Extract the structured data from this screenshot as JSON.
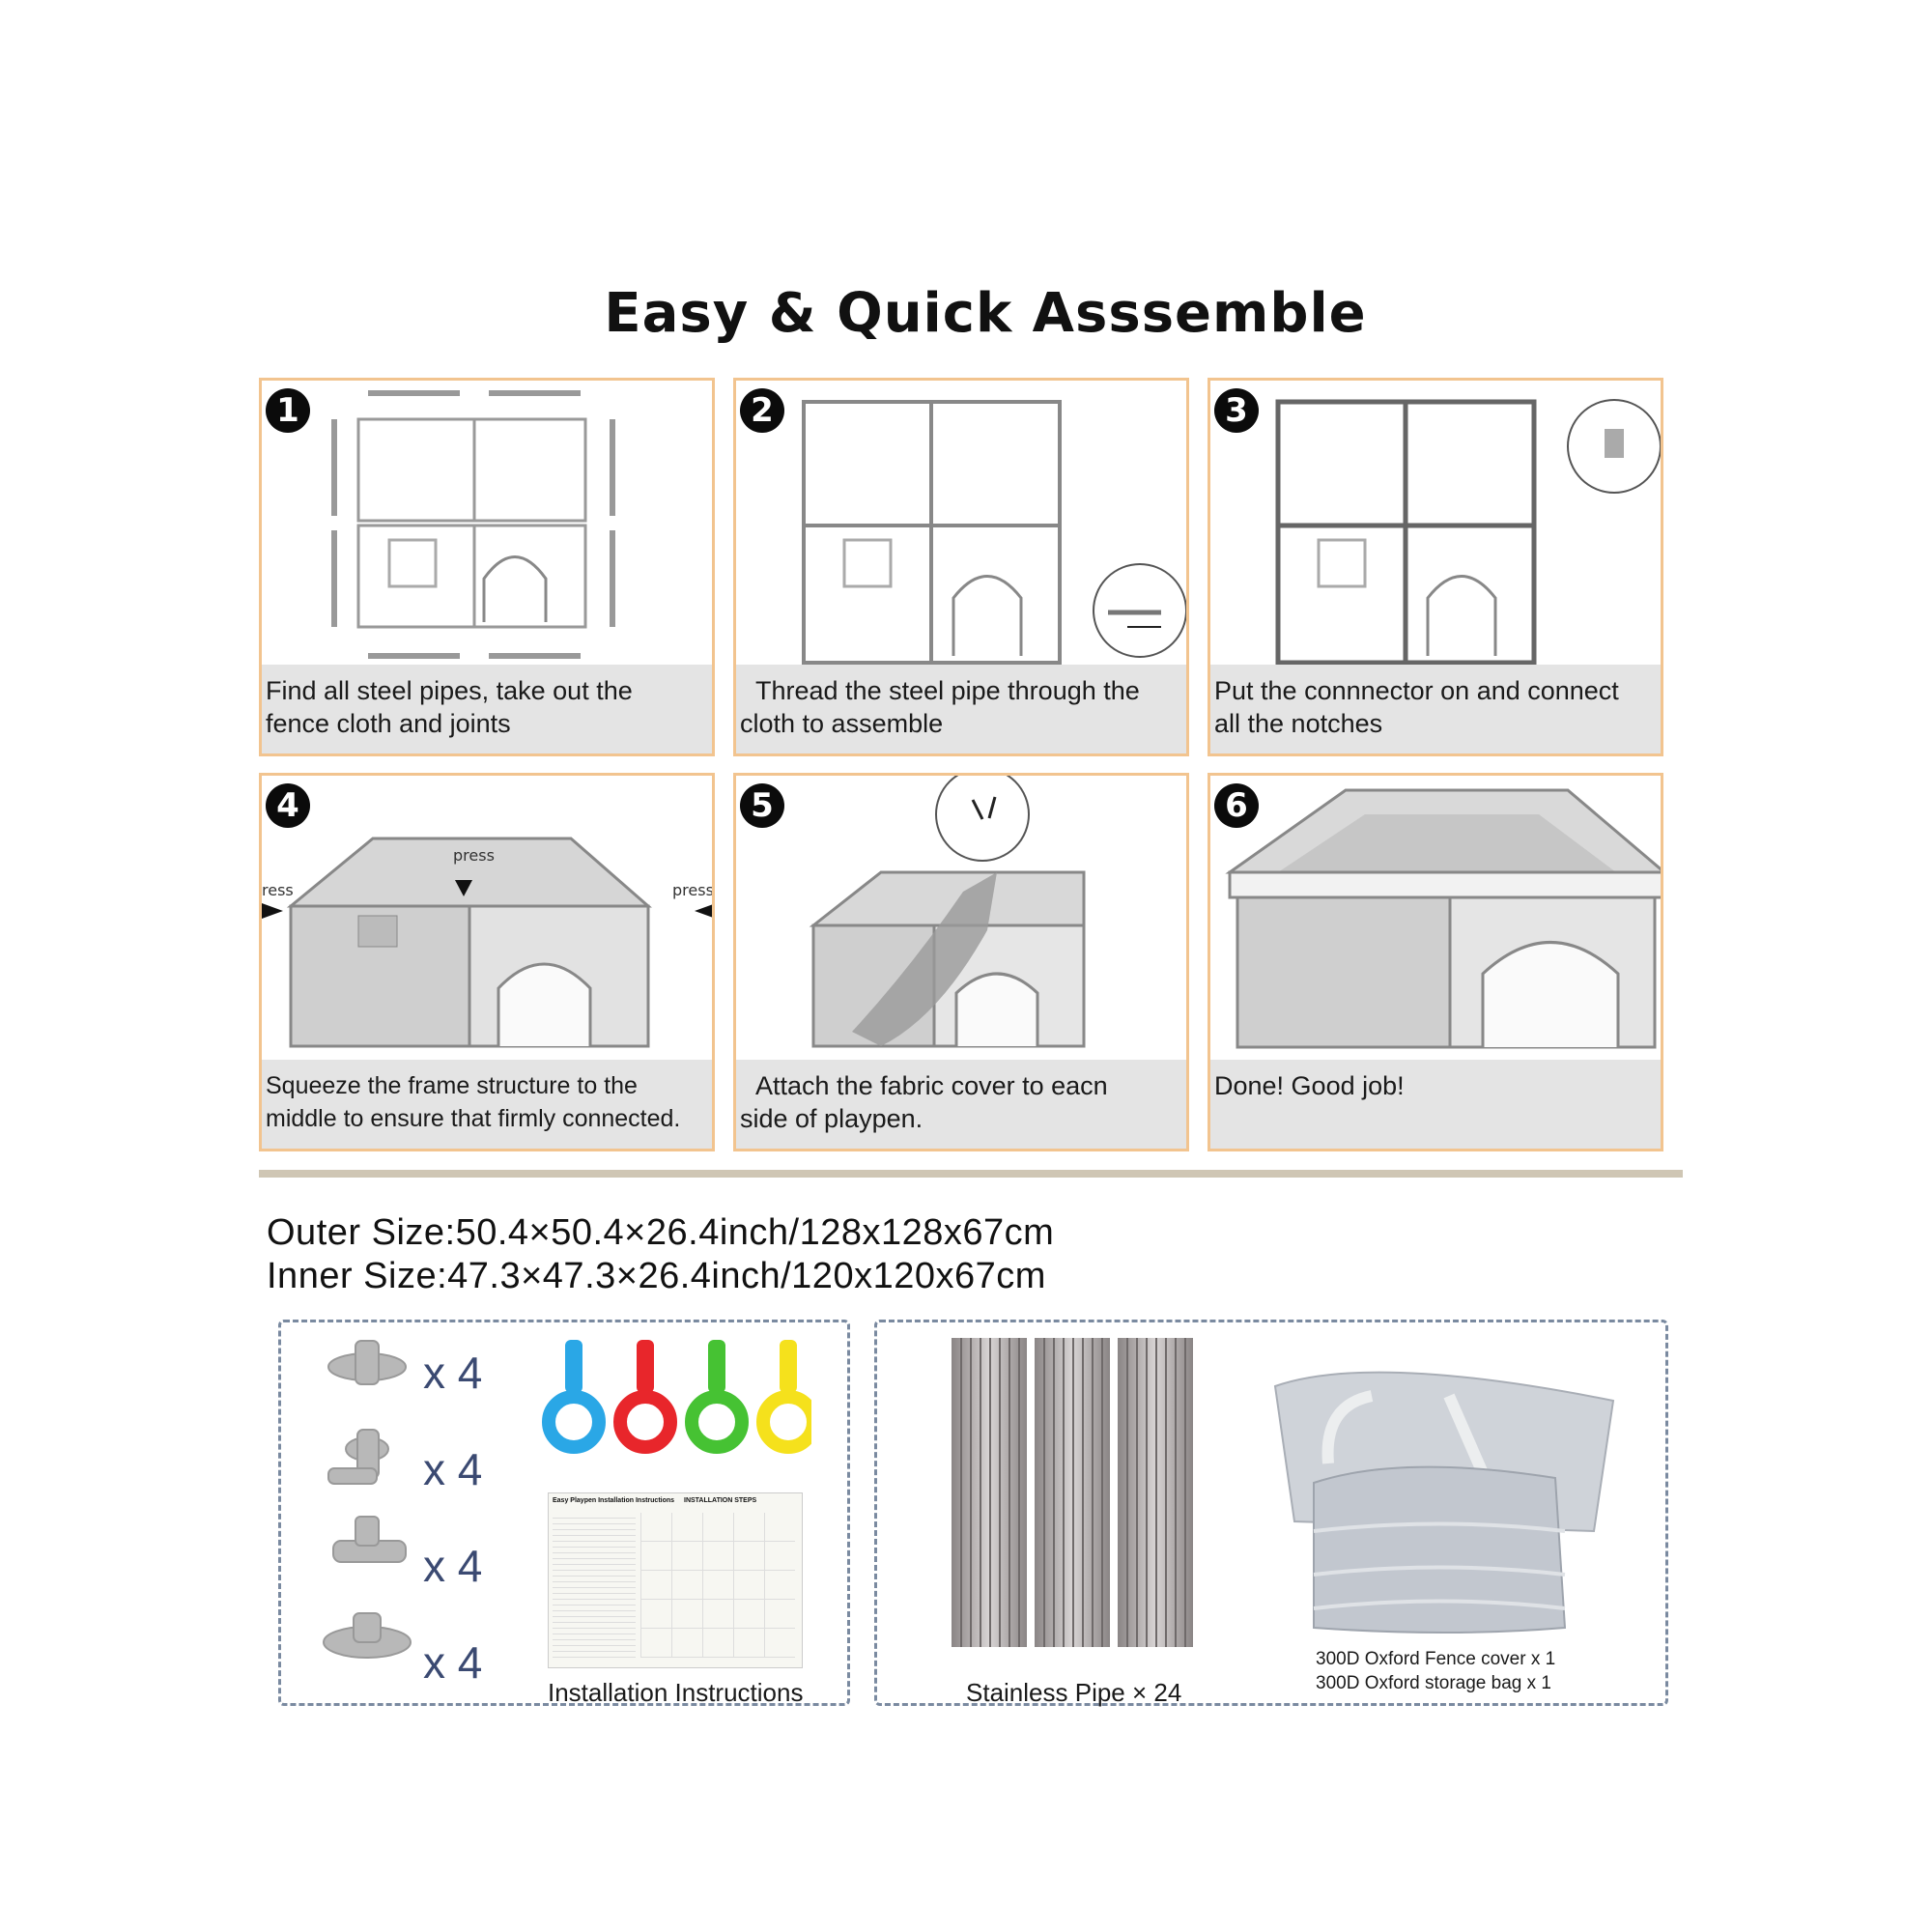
{
  "title": "Easy & Quick Asssemble",
  "steps": [
    {
      "num": "1",
      "line1": "Find all steel pipes, take out the",
      "line2": "fence cloth and joints"
    },
    {
      "num": "2",
      "line1": "Thread the steel pipe through the",
      "line2": "cloth to assemble"
    },
    {
      "num": "3",
      "line1": "Put the connnector on and connect",
      "line2": "all the notches"
    },
    {
      "num": "4",
      "line1": "Squeeze the frame structure to the",
      "line2": "middle to ensure that firmly connected."
    },
    {
      "num": "5",
      "line1": "Attach the fabric cover to eacn",
      "line2": "side of playpen."
    },
    {
      "num": "6",
      "line1": "Done! Good job!",
      "line2": ""
    }
  ],
  "press_labels": {
    "center": "press",
    "left": "ress",
    "right": "press"
  },
  "sizes": {
    "outer": "Outer Size:50.4×50.4×26.4inch/128x128x67cm",
    "inner": "Inner Size:47.3×47.3×26.4inch/120x120x67cm"
  },
  "parts": {
    "connector_qty": [
      "x 4",
      "x 4",
      "x 4",
      "x 4"
    ],
    "instructions_label": "Installation Instructions",
    "pipe_label": "Stainless Pipe × 24",
    "cover_label": "300D Oxford Fence cover x 1",
    "bag_label": "300D Oxford storage bag x 1",
    "ring_colors": [
      "#2aa7e6",
      "#e8262b",
      "#46c233",
      "#f5e11c"
    ],
    "sheet_title_left": "Easy Playpen Installation Instructions",
    "sheet_title_right": "INSTALLATION STEPS"
  }
}
